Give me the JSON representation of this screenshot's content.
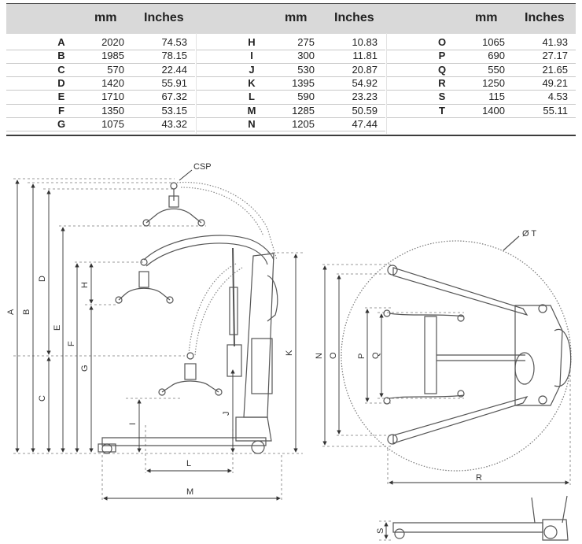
{
  "table": {
    "headers": {
      "mm": "mm",
      "inches": "Inches"
    },
    "groups": [
      {
        "rows": [
          {
            "letter": "A",
            "mm": "2020",
            "in": "74.53"
          },
          {
            "letter": "B",
            "mm": "1985",
            "in": "78.15"
          },
          {
            "letter": "C",
            "mm": "570",
            "in": "22.44"
          },
          {
            "letter": "D",
            "mm": "1420",
            "in": "55.91"
          },
          {
            "letter": "E",
            "mm": "1710",
            "in": "67.32"
          },
          {
            "letter": "F",
            "mm": "1350",
            "in": "53.15"
          },
          {
            "letter": "G",
            "mm": "1075",
            "in": "43.32"
          }
        ]
      },
      {
        "rows": [
          {
            "letter": "H",
            "mm": "275",
            "in": "10.83"
          },
          {
            "letter": "I",
            "mm": "300",
            "in": "11.81"
          },
          {
            "letter": "J",
            "mm": "530",
            "in": "20.87"
          },
          {
            "letter": "K",
            "mm": "1395",
            "in": "54.92"
          },
          {
            "letter": "L",
            "mm": "590",
            "in": "23.23"
          },
          {
            "letter": "M",
            "mm": "1285",
            "in": "50.59"
          },
          {
            "letter": "N",
            "mm": "1205",
            "in": "47.44"
          }
        ]
      },
      {
        "rows": [
          {
            "letter": "O",
            "mm": "1065",
            "in": "41.93"
          },
          {
            "letter": "P",
            "mm": "690",
            "in": "27.17"
          },
          {
            "letter": "Q",
            "mm": "550",
            "in": "21.65"
          },
          {
            "letter": "R",
            "mm": "1250",
            "in": "49.21"
          },
          {
            "letter": "S",
            "mm": "115",
            "in": "4.53"
          },
          {
            "letter": "T",
            "mm": "1400",
            "in": "55.11"
          }
        ]
      }
    ]
  },
  "diagram": {
    "labels": {
      "csp": "CSP",
      "A": "A",
      "B": "B",
      "C": "C",
      "D": "D",
      "E": "E",
      "F": "F",
      "G": "G",
      "H": "H",
      "I": "I",
      "J": "J",
      "K": "K",
      "L": "L",
      "M": "M",
      "N": "N",
      "O": "O",
      "P": "P",
      "Q": "Q",
      "R": "R",
      "S": "S",
      "T": "Ø T"
    },
    "colors": {
      "line": "#555555",
      "dim": "#333333",
      "dashed": "#777777",
      "band": "#d9d9d9"
    }
  }
}
